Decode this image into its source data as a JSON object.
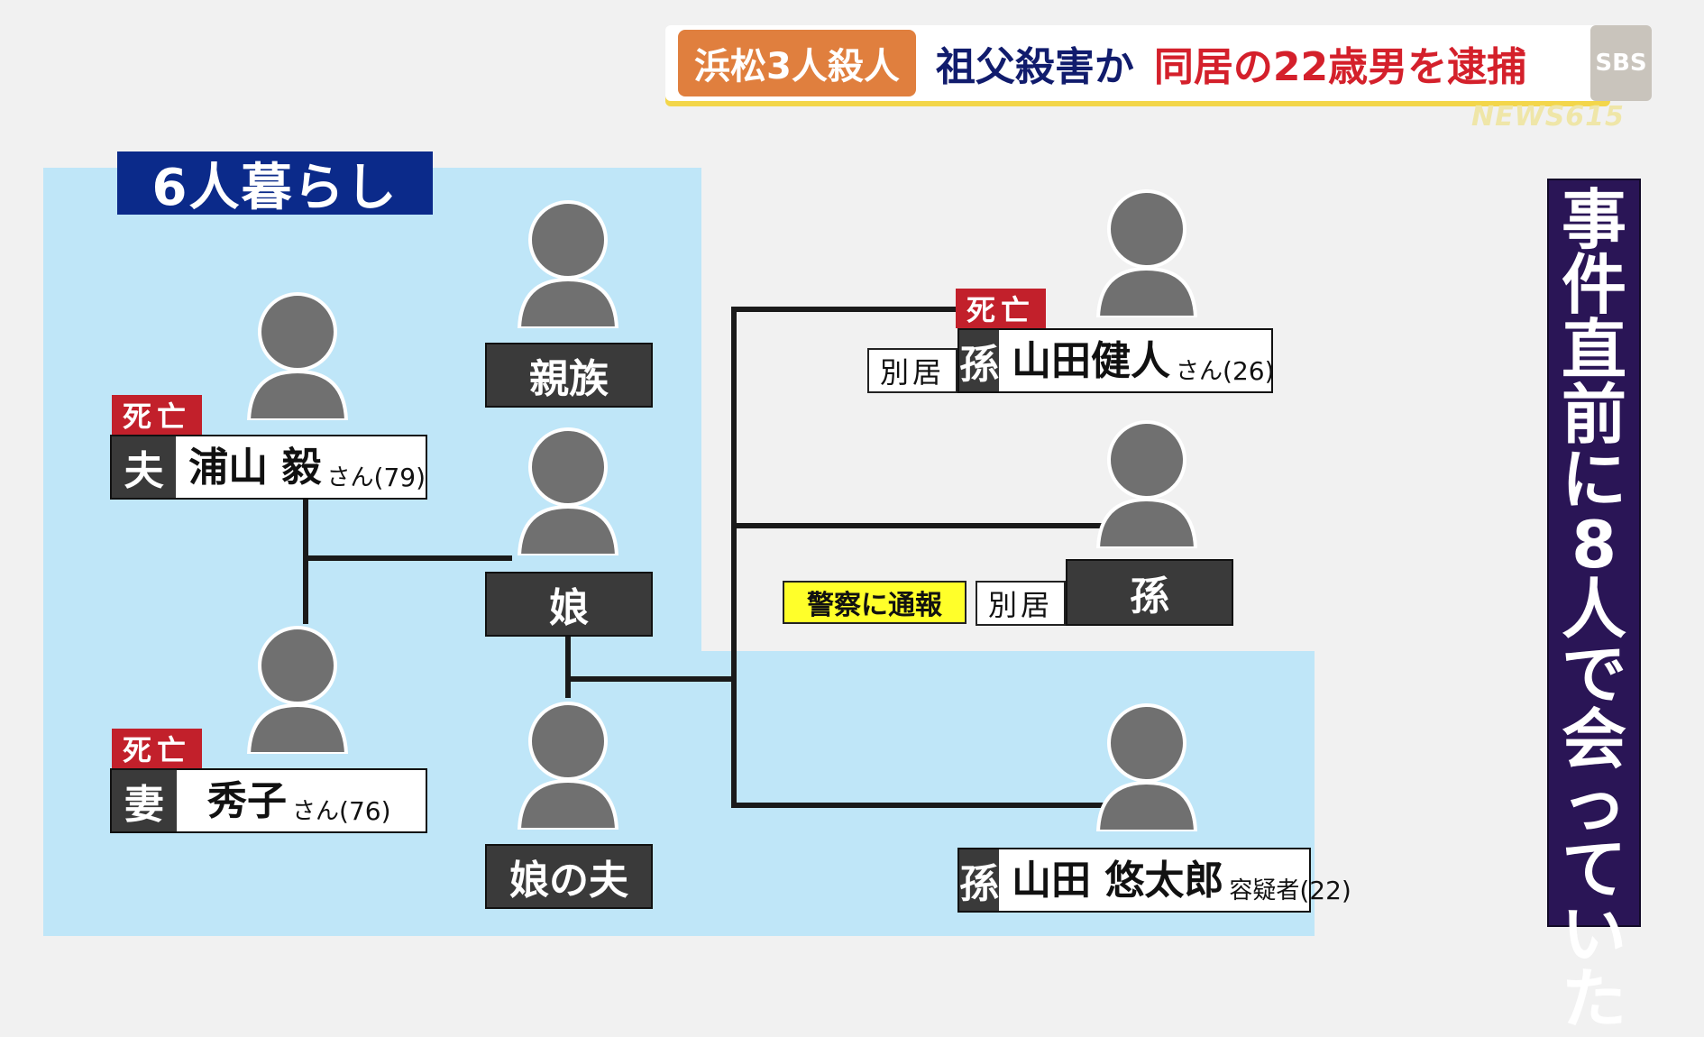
{
  "headline": {
    "tag": "浜松3人殺人",
    "text1": "祖父殺害か",
    "text2": "同居の22歳男を逮捕"
  },
  "brand": {
    "logo": "SBS",
    "news": "NEWS615"
  },
  "household_label": "6人暮らし",
  "side_caption": [
    "事",
    "件",
    "直",
    "前",
    "に",
    "8",
    "人",
    "で",
    "会",
    "っ",
    "て",
    "い",
    "た"
  ],
  "dead_label": "死亡",
  "separate_label": "別居",
  "police_label": "警察に通報",
  "people": {
    "husband": {
      "relation": "夫",
      "name": "浦山 毅",
      "honorific": "さん",
      "age": "(79)"
    },
    "wife": {
      "relation": "妻",
      "name": "秀子",
      "honorific": "さん",
      "age": "(76)"
    },
    "relative": {
      "label": "親族"
    },
    "daughter": {
      "label": "娘"
    },
    "daughter_husband": {
      "label": "娘の夫"
    },
    "grandson1": {
      "relation": "孫",
      "name": "山田健人",
      "honorific": "さん",
      "age": "(26)"
    },
    "grandson2": {
      "relation": "孫"
    },
    "grandson3": {
      "relation": "孫",
      "name": "山田 悠太郎",
      "honorific": "容疑者",
      "age": "(22)"
    }
  },
  "colors": {
    "household_bg": "#bfe6f8",
    "dead": "#c2202b",
    "title_bg": "#0b2a8a",
    "caption_bg": "#2a1556",
    "headline_tag": "#e07f3e",
    "headline_red": "#d4202b",
    "headline_navy": "#111c6d",
    "police": "#ffff2a"
  },
  "icons": {
    "person": "person-silhouette-icon"
  }
}
